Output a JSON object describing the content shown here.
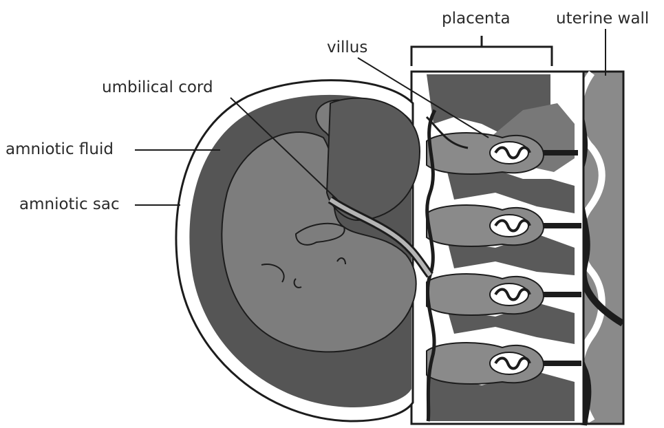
{
  "labels": {
    "placenta": "placenta",
    "uterine_wall": "uterine wall",
    "villus": "villus",
    "umbilical_cord": "umbilical cord",
    "amniotic_fluid": "amniotic fluid",
    "amniotic_sac": "amniotic sac"
  },
  "colors": {
    "background": "#ffffff",
    "outline": "#1c1c1c",
    "dark_tissue": "#555555",
    "mid_tissue": "#7d7d7d",
    "light_tissue": "#959595",
    "label_text": "#2a2a2a"
  }
}
